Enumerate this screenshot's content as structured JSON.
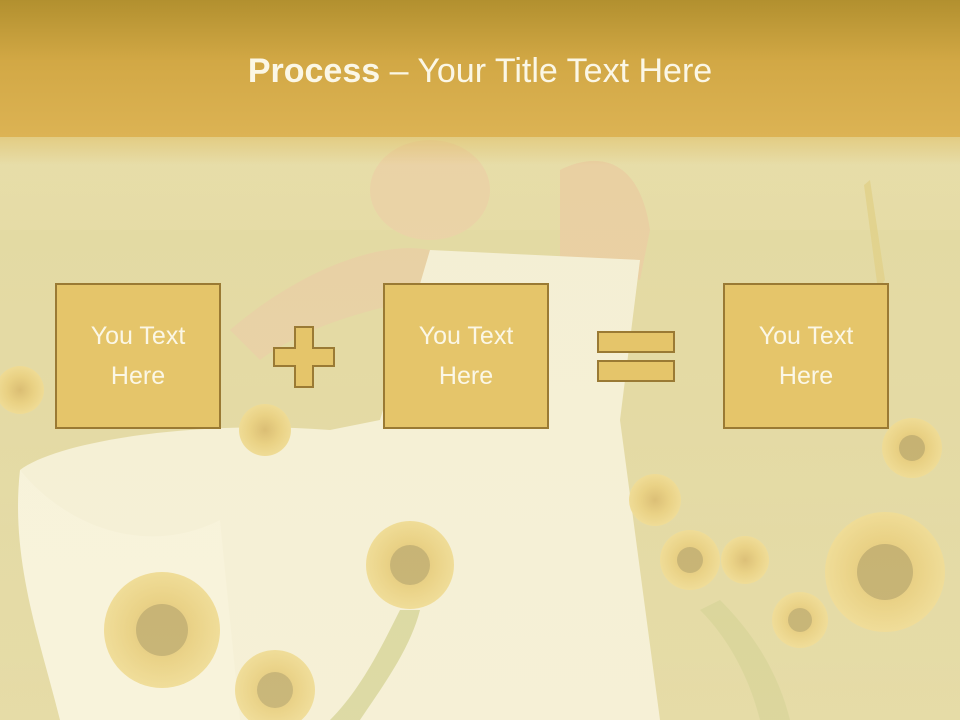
{
  "slide": {
    "title_bold": "Process",
    "title_dash": " – ",
    "title_rest": "Your Title Text Here"
  },
  "process": {
    "box1": "You Text\nHere",
    "box2": "You Text\nHere",
    "box3": "You Text\nHere",
    "operator1": "plus",
    "operator2": "equals"
  },
  "colors": {
    "header": "#d2a845",
    "box_fill": "#e5c56a",
    "box_border": "#9a7a34",
    "text": "#fbf7e6"
  }
}
